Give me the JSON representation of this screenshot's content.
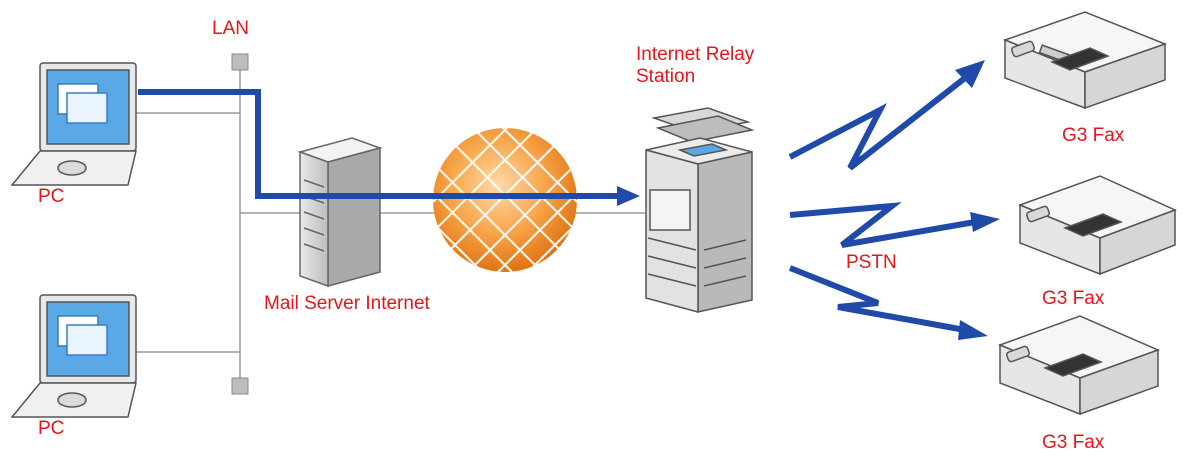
{
  "labels": {
    "lan": "LAN",
    "pc_top": "PC",
    "pc_bottom": "PC",
    "mail_server_internet": "Mail Server Internet",
    "internet_relay_station": "Internet Relay Station",
    "pstn": "PSTN",
    "fax_top": "G3 Fax",
    "fax_middle": "G3 Fax",
    "fax_bottom": "G3 Fax"
  },
  "colors": {
    "label_text": "#e8141b",
    "data_path": "#1f4aa8",
    "network_line": "#9a9a9a",
    "globe_orange": "#f28c28",
    "screen_blue": "#5aa8e6"
  }
}
